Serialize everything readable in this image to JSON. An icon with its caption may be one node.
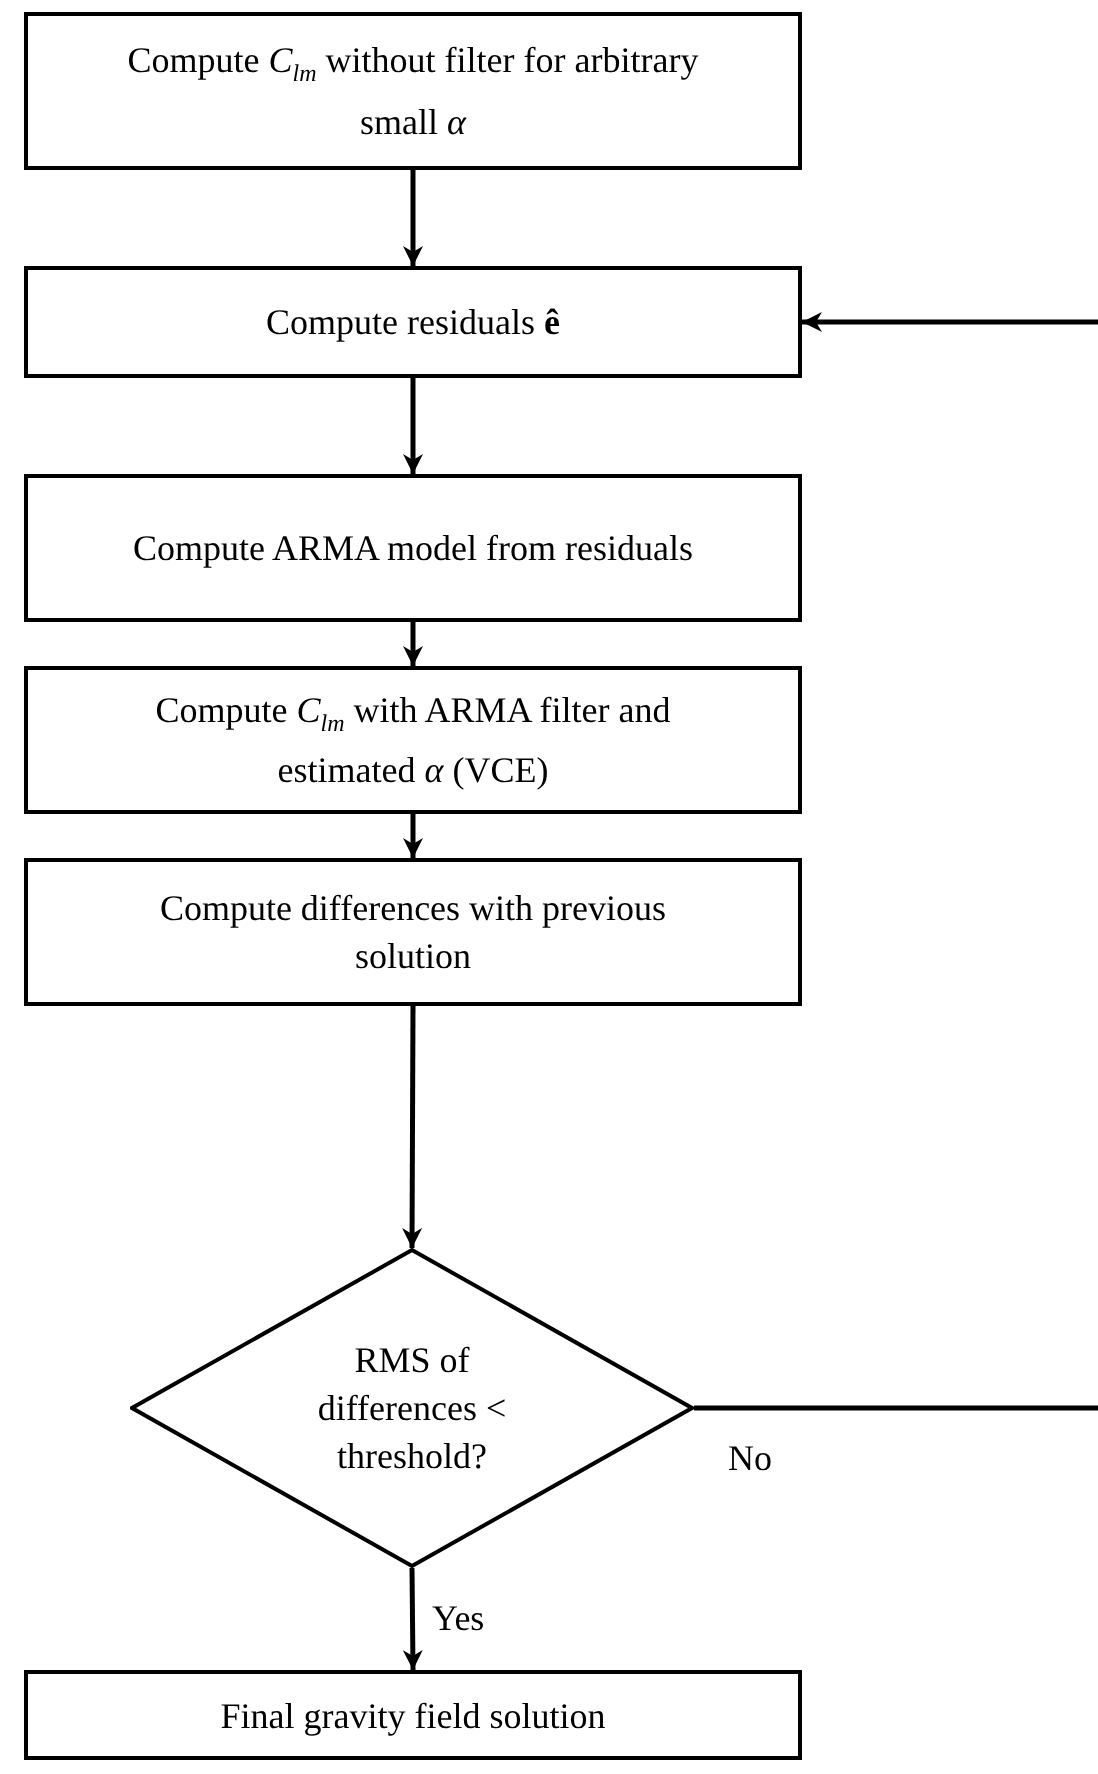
{
  "diagram": {
    "nodes": [
      {
        "text": [
          "Compute *C*$_{lm}$ without filter for arbitrary small *α*"
        ]
      },
      {
        "text": [
          "Compute residuals **ê**"
        ]
      },
      {
        "text": [
          "Compute ARMA model from residuals"
        ]
      },
      {
        "text": [
          "Compute *C*$_{lm}$ with ARMA filter and estimated *α* (VCE)"
        ]
      },
      {
        "text": [
          "Compute differences with previous solution"
        ]
      },
      {
        "text": [
          "RMS of differences < threshold?"
        ]
      },
      {
        "text": [
          "Final gravity field solution"
        ]
      }
    ],
    "edges": [
      {
        "from": 0,
        "to": 1,
        "arrow": "to"
      },
      {
        "from": 1,
        "to": 2,
        "arrow": "to"
      },
      {
        "from": 2,
        "to": 3,
        "arrow": "to"
      },
      {
        "from": 3,
        "to": 4,
        "arrow": "to"
      },
      {
        "from": 4,
        "to": 5,
        "arrow": "to"
      },
      {
        "from": 5,
        "to": 6,
        "arrow": "to",
        "label": "Yes"
      },
      {
        "from": 5,
        "to": 1,
        "arrow": "to",
        "label": "No"
      }
    ]
  }
}
